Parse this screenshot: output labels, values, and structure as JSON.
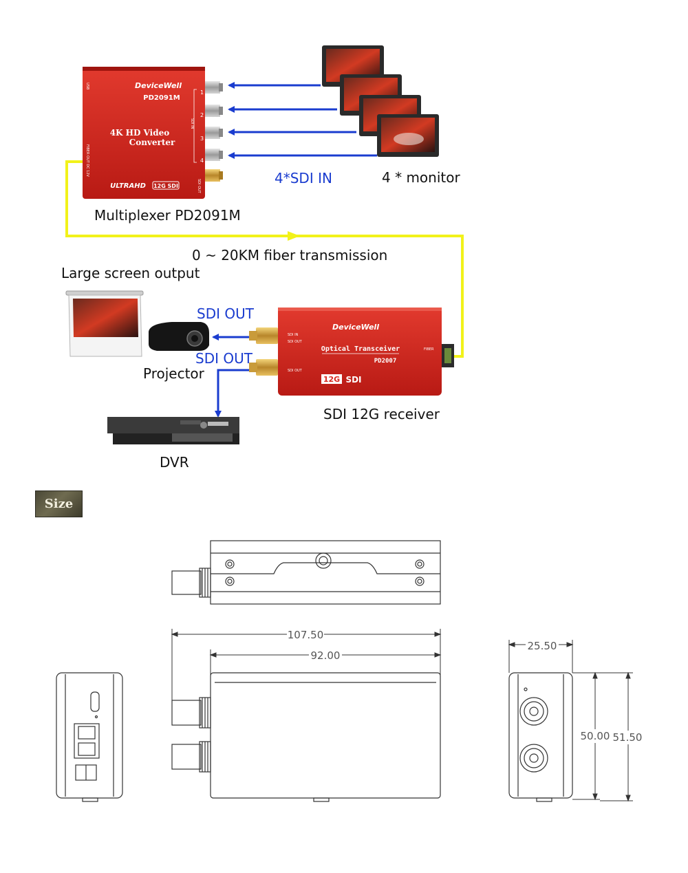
{
  "multiplexer": {
    "brand": "DeviceWell",
    "model": "PD2091M",
    "title_line1": "4K HD Video",
    "title_line2": "Converter",
    "badge": "ULTRAHD",
    "badge_tag": "12G SDI",
    "ports": [
      "1",
      "2",
      "3",
      "4"
    ],
    "side_text_top": "USB",
    "side_text_mid": "SDI IN",
    "side_text_bottom": "SDI OUT",
    "side_text_left": "FIBER OUT DC 12V"
  },
  "receiver": {
    "brand": "DeviceWell",
    "title": "Optical Transceiver",
    "model": "PD2007",
    "badge": "12G",
    "badge_suffix": "SDI",
    "port_sdi_in": "SDI IN",
    "port_sdi_out_1": "SDI OUT",
    "port_sdi_out_2": "SDI OUT",
    "fiber": "FIBER"
  },
  "labels": {
    "sdi_in": "4*SDI IN",
    "monitors": "4 * monitor",
    "multiplexer": "Multiplexer PD2091M",
    "fiber": "0 ~ 20KM fiber transmission",
    "large_screen": "Large screen output",
    "sdi_out_1": "SDI OUT",
    "sdi_out_2": "SDI OUT",
    "projector": "Projector",
    "receiver": "SDI 12G receiver",
    "dvr": "DVR",
    "size": "Size"
  },
  "dimensions": {
    "length_total": "107.50",
    "length_body": "92.00",
    "width": "25.50",
    "height_body": "50.00",
    "height_total": "51.50"
  },
  "colors": {
    "device_red": "#d8281f",
    "fiber_yellow": "#f2f21a",
    "arrow_blue": "#1a3ccf"
  }
}
